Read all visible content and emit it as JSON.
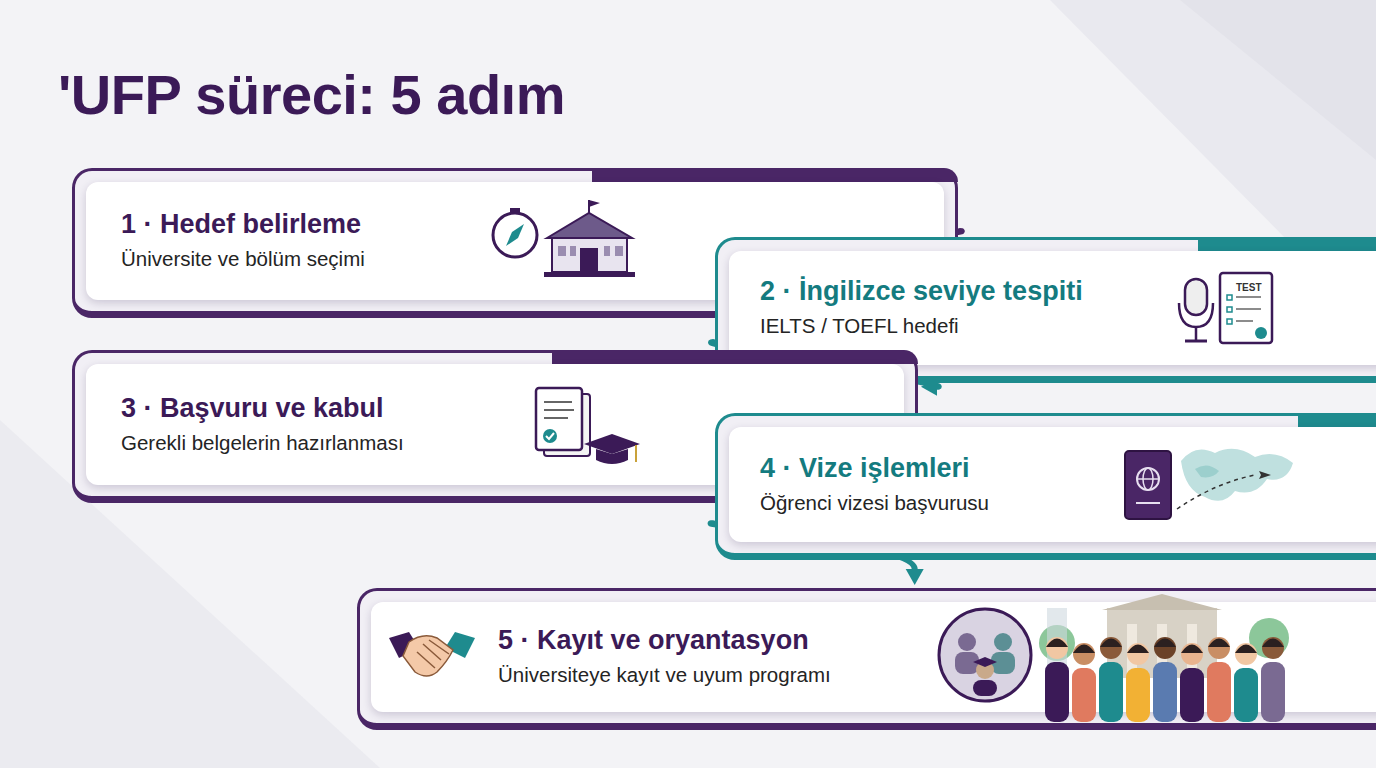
{
  "diagram": {
    "title": "'UFP süreci: 5 adım",
    "nodes": [
      {
        "text": [
          "1 · Hedef belirleme",
          "Üniversite ve bölüm seçimi"
        ]
      },
      {
        "text": [
          "2 · İngilizce seviye tespiti",
          "IELTS / TOEFL hedefi"
        ]
      },
      {
        "text": [
          "3 · Başvuru ve kabul",
          "Gerekli belgelerin hazırlanması"
        ]
      },
      {
        "text": [
          "4 · Vize işlemleri",
          "Öğrenci vizesi başvurusu"
        ]
      },
      {
        "text": [
          "5 · Kayıt ve oryantasyon",
          "Üniversiteye kayıt ve uyum programı"
        ]
      }
    ],
    "edges": [
      {
        "from": 0,
        "to": 1,
        "arrow": "to"
      },
      {
        "from": 1,
        "to": 2,
        "arrow": "to"
      },
      {
        "from": 2,
        "to": 3,
        "arrow": "to"
      },
      {
        "from": 3,
        "to": 4,
        "arrow": "to"
      }
    ],
    "labels": [
      "TEST"
    ]
  }
}
